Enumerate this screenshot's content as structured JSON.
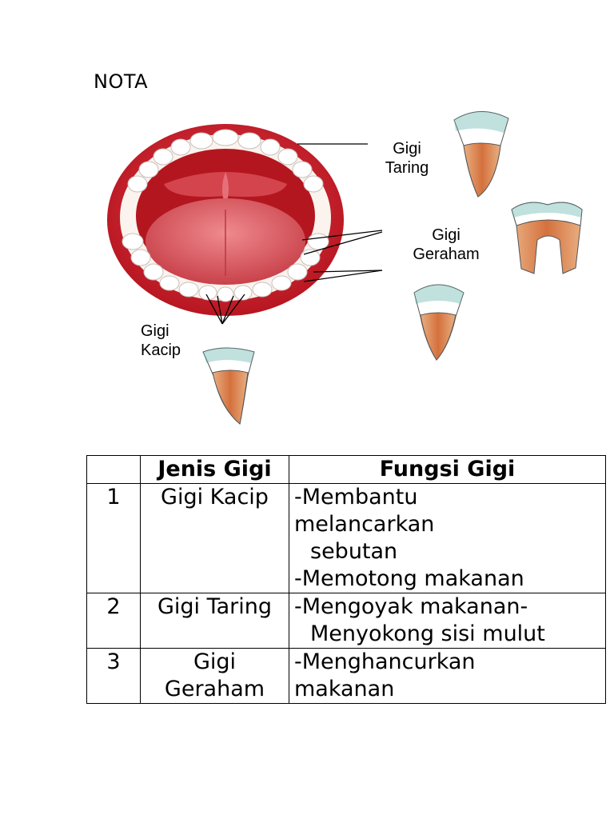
{
  "title": "NOTA",
  "labels": {
    "taring": [
      "Gigi",
      "Taring"
    ],
    "geraham": [
      "Gigi",
      "Geraham"
    ],
    "kacip": [
      "Gigi",
      "Kacip"
    ]
  },
  "table": {
    "headers": [
      "",
      "Jenis Gigi",
      "Fungsi Gigi"
    ],
    "rows": [
      {
        "num": "1",
        "jenis": [
          "Gigi Kacip"
        ],
        "fungsi": [
          "-Membantu",
          "melancarkan",
          "sebutan",
          "-Memotong makanan"
        ]
      },
      {
        "num": "2",
        "jenis": [
          "Gigi Taring"
        ],
        "fungsi": [
          "-Mengoyak makanan-",
          "Menyokong sisi mulut"
        ]
      },
      {
        "num": "3",
        "jenis": [
          "Gigi",
          "Geraham"
        ],
        "fungsi": [
          "-Menghancurkan",
          "makanan"
        ]
      }
    ]
  },
  "colors": {
    "lip": "#d6202b",
    "mouth": "#c4232d",
    "tongue": "#e3636a",
    "tooth_root": "#d77f4e",
    "tooth_crown_edge": "#4aa9a0"
  }
}
